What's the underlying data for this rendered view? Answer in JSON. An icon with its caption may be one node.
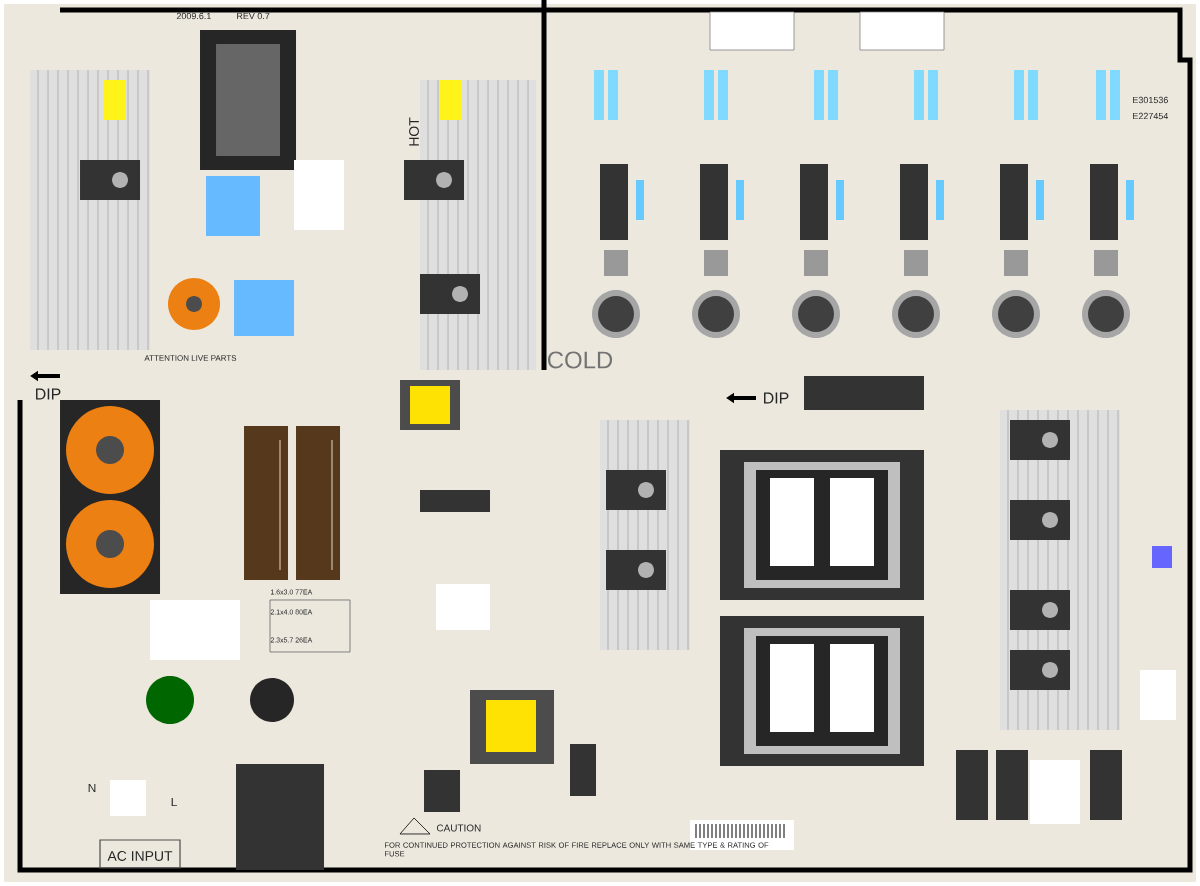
{
  "diagram": {
    "labels": [
      "2009.6.1",
      "REV 0.7",
      "HOT",
      "E301536",
      "E227454",
      "ATTENTION LIVE PARTS",
      "COLD",
      "DIP",
      "DIP",
      "1.6x3.0 77EA",
      "2.1x4.0 80EA",
      "2.3x5.7 26EA",
      "N",
      "L",
      "CAUTION",
      "FOR CONTINUED PROTECTION AGAINST RISK OF FIRE REPLACE ONLY WITH SAME TYPE & RATING OF FUSE",
      "AC INPUT"
    ]
  }
}
